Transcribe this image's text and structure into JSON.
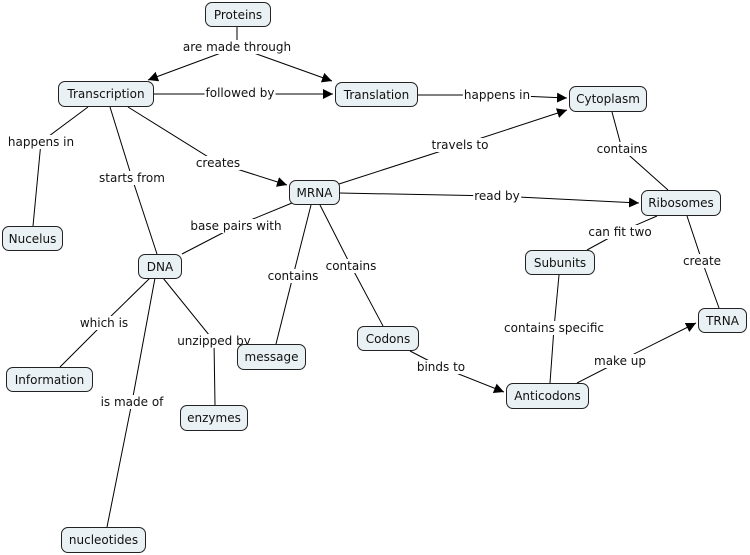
{
  "nodes": {
    "proteins": "Proteins",
    "transcription": "Transcription",
    "translation": "Translation",
    "cytoplasm": "Cytoplasm",
    "mrna": "MRNA",
    "ribosomes": "Ribosomes",
    "nucelus": "Nucelus",
    "dna": "DNA",
    "subunits": "Subunits",
    "trna": "TRNA",
    "information": "Information",
    "message": "message",
    "codons": "Codons",
    "anticodons": "Anticodons",
    "enzymes": "enzymes",
    "nucleotides": "nucleotides"
  },
  "links": {
    "are_made_through": "are made through",
    "followed_by": "followed by",
    "happens_in_cytoplasm": "happens in",
    "happens_in_nucelus": "happens in",
    "starts_from": "starts from",
    "creates": "creates",
    "travels_to": "travels to",
    "contains_ribosomes": "contains",
    "read_by": "read by",
    "base_pairs_with": "base pairs with",
    "contains_message": "contains",
    "contains_codons": "contains",
    "can_fit_two": "can fit two",
    "create": "create",
    "which_is": "which is",
    "unzipped_by": "unzipped by",
    "is_made_of": "is made of",
    "contains_specific": "contains specific",
    "binds_to": "binds to",
    "make_up": "make up"
  }
}
